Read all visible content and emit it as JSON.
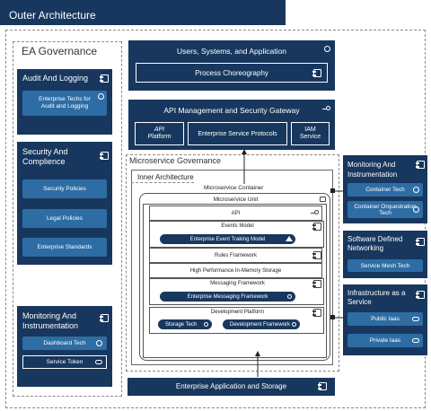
{
  "outer_architecture": {
    "title": "Outer Architecture"
  },
  "ea_governance": {
    "title": "EA Governance"
  },
  "audit_logging": {
    "title": "Audit And Logging",
    "item": "Enterprise Techs for Audit and Logging"
  },
  "security_compliance": {
    "title": "Security And Complience",
    "items": [
      "Security Policies",
      "Legal Policies",
      "Enterprise Standards"
    ]
  },
  "monitoring_left": {
    "title": "Monitoring And Instrumentation",
    "items": [
      "Dashboard Tech",
      "Service Token"
    ]
  },
  "users_systems": {
    "title": "Users, Systems, and Application",
    "process": "Process Choreography"
  },
  "api_management": {
    "title": "API Management and Security Gateway",
    "items": [
      "API Platform",
      "Enterprise Service Protocols",
      "IAM Service"
    ]
  },
  "microservice_governance": {
    "title": "Microservice Governance"
  },
  "inner_architecture": {
    "title": "Inner Architecture",
    "container_label": "Microservice Container",
    "unit_label": "Microservice Unit",
    "api_label": "API",
    "events_model": {
      "title": "Events Model",
      "pill": "Enterprise Event Traking Model"
    },
    "rules_framework": "Rules Framework",
    "storage": "High Performance In-Memory Storage",
    "messaging": {
      "title": "Messaging Framework",
      "pill": "Enterprise Messaging Framework"
    },
    "dev_platform": {
      "title": "Development Platform",
      "pills": [
        "Storage Tech",
        "Development Framework"
      ]
    }
  },
  "monitoring_right": {
    "title": "Monitoring And Instrumentation",
    "items": [
      "Container Tech",
      "Container Orquestration Tech"
    ]
  },
  "sdn": {
    "title": "Software Defined Networking",
    "item": "Service Mesh Tech"
  },
  "iaas": {
    "title": "Infrastructure as a Service",
    "items": [
      "Public Iaas",
      "Private Iaas"
    ]
  },
  "enterprise_app_storage": {
    "title": "Enterprise Application and Storage"
  },
  "colors": {
    "navy": "#17375e",
    "accent": "#2e6da4",
    "dashed": "#8a8a8a"
  }
}
